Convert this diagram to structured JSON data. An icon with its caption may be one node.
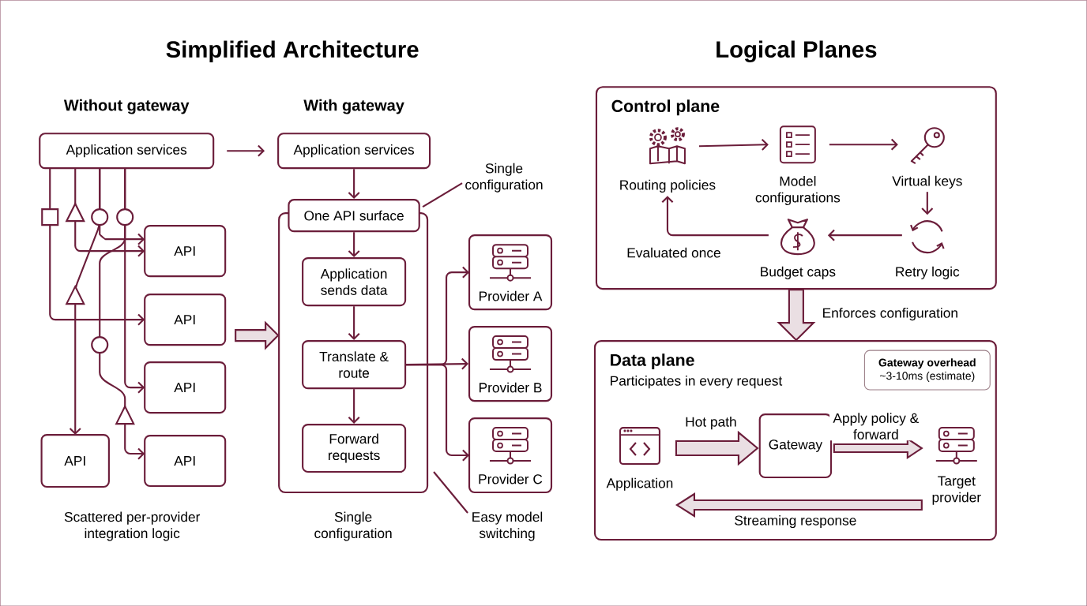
{
  "diagram": {
    "nodes": [
      {
        "text": [
          "Application services"
        ]
      },
      {
        "text": [
          "API"
        ]
      },
      {
        "text": [
          "API"
        ]
      },
      {
        "text": [
          "API"
        ]
      },
      {
        "text": [
          "API"
        ]
      },
      {
        "text": [
          "API"
        ]
      },
      {
        "text": [
          "Application services"
        ]
      },
      {
        "text": [],
        "shape": "box",
        "beside": [
          "Single configuration"
        ]
      },
      {
        "text": [
          "One API surface"
        ]
      },
      {
        "text": [
          "Application sends data"
        ],
        "in": 7
      },
      {
        "text": [
          "Translate & route"
        ],
        "in": 7
      },
      {
        "text": [
          "Forward requests"
        ],
        "in": 7
      },
      {
        "text": [
          "Provider A"
        ]
      },
      {
        "text": [
          "Provider B"
        ]
      },
      {
        "text": [
          "Provider C"
        ]
      },
      {
        "text": [
          "Control plane"
        ]
      },
      {
        "text": [
          "Routing policies"
        ],
        "in": 15
      },
      {
        "text": [
          "Model configurations"
        ],
        "in": 15
      },
      {
        "text": [
          "Virtual keys"
        ],
        "in": 15
      },
      {
        "text": [
          "Retry logic"
        ],
        "in": 15
      },
      {
        "text": [
          "Budget caps"
        ],
        "in": 15
      },
      {
        "text": [
          "Data plane",
          "Participates in every request"
        ]
      },
      {
        "text": [
          "Gateway overhead",
          "~3-10ms (estimate)"
        ],
        "in": 21
      },
      {
        "text": [
          "Application"
        ],
        "in": 21
      },
      {
        "text": [
          "Gateway"
        ],
        "in": 21
      },
      {
        "text": [
          "Target provider"
        ],
        "in": 21
      },
      {
        "text": [
          "Single configuration"
        ]
      },
      {
        "text": [
          "Easy model switching"
        ]
      }
    ],
    "edges": [
      {
        "from": 0,
        "to": 1,
        "arrow": "to"
      },
      {
        "from": 0,
        "to": 1,
        "arrow": "to"
      },
      {
        "from": 0,
        "to": 2,
        "arrow": "to"
      },
      {
        "from": 0,
        "to": 3,
        "arrow": "to"
      },
      {
        "from": 0,
        "to": 4,
        "arrow": "to"
      },
      {
        "from": 0,
        "to": 5,
        "arrow": "to"
      },
      {
        "from": 0,
        "to": 6,
        "arrow": "to"
      },
      {
        "from": 2,
        "to": 7,
        "arrow": "to",
        "style": "thick"
      },
      {
        "from": 6,
        "to": 8,
        "arrow": "to"
      },
      {
        "from": 8,
        "to": 9,
        "arrow": "to"
      },
      {
        "from": 9,
        "to": 10,
        "arrow": "to"
      },
      {
        "from": 10,
        "to": 11,
        "arrow": "to"
      },
      {
        "from": 10,
        "to": 12,
        "arrow": "to"
      },
      {
        "from": 10,
        "to": 13,
        "arrow": "to"
      },
      {
        "from": 10,
        "to": 14,
        "arrow": "to"
      },
      {
        "from": 26,
        "to": 8,
        "arrow": "none"
      },
      {
        "from": 27,
        "to": 7,
        "arrow": "none"
      },
      {
        "from": 16,
        "to": 17,
        "arrow": "to"
      },
      {
        "from": 17,
        "to": 18,
        "arrow": "to"
      },
      {
        "from": 18,
        "to": 19,
        "arrow": "to"
      },
      {
        "from": 19,
        "to": 20,
        "arrow": "to"
      },
      {
        "from": 20,
        "to": 16,
        "arrow": "to",
        "label": "Evaluated once"
      },
      {
        "from": 15,
        "to": 21,
        "arrow": "to",
        "style": "thick",
        "label": "Enforces configuration"
      },
      {
        "from": 23,
        "to": 24,
        "arrow": "to",
        "style": "thick",
        "label": "Hot path"
      },
      {
        "from": 24,
        "to": 25,
        "arrow": "to",
        "style": "thick",
        "label": "Apply policy & forward"
      },
      {
        "from": 25,
        "to": 23,
        "arrow": "to",
        "style": "thick",
        "label": "Streaming response"
      }
    ],
    "labels": [
      "Simplified Architecture",
      "Logical Planes",
      "Without gateway",
      "With gateway",
      "Scattered per-provider integration logic"
    ]
  }
}
